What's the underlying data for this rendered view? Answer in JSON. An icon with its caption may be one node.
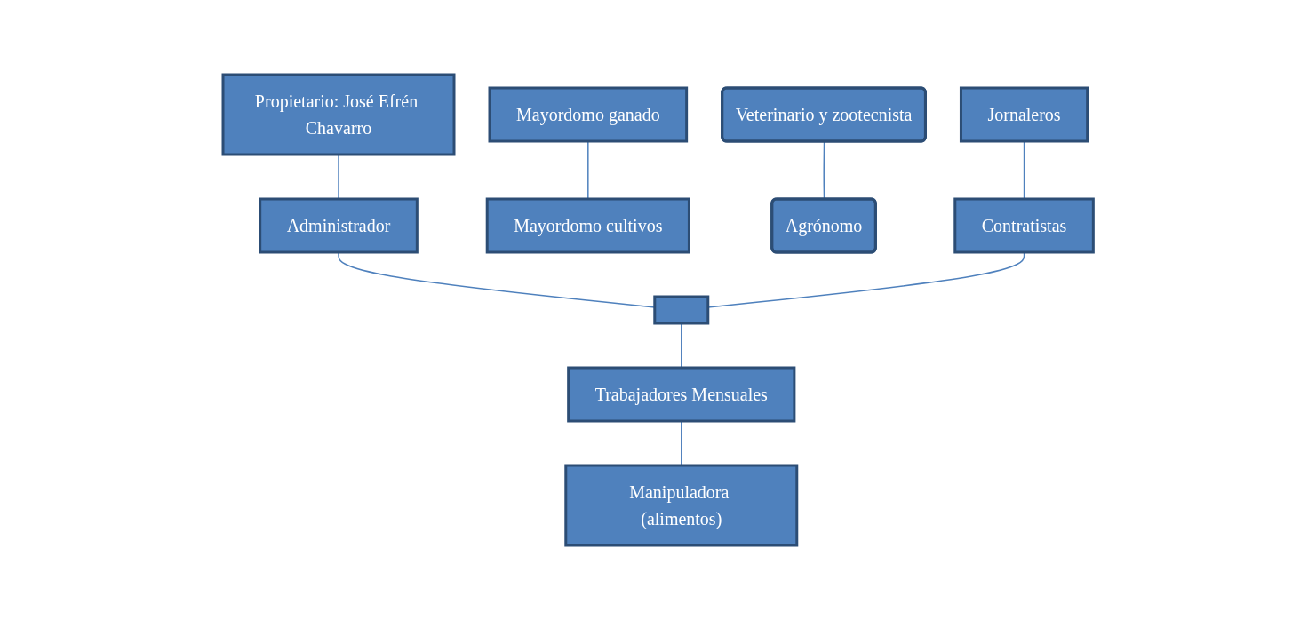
{
  "diagram": {
    "nodes": [
      {
        "text": [
          "Propietario: José Efrén Chavarro"
        ]
      },
      {
        "text": [
          "Administrador"
        ]
      },
      {
        "text": [
          "Mayordomo ganado"
        ]
      },
      {
        "text": [
          "Mayordomo cultivos"
        ]
      },
      {
        "text": [
          "Veterinario y zootecnista"
        ]
      },
      {
        "text": [
          "Agrónomo"
        ]
      },
      {
        "text": [
          "Jornaleros"
        ]
      },
      {
        "text": [
          "Contratistas"
        ]
      },
      {
        "text": [],
        "shape": "box"
      },
      {
        "text": [
          "Trabajadores Mensuales"
        ]
      },
      {
        "text": [
          "Manipuladora (alimentos)"
        ]
      }
    ],
    "edges": [
      {
        "from": 0,
        "to": 1,
        "arrow": "none"
      },
      {
        "from": 1,
        "to": 8,
        "arrow": "none"
      },
      {
        "from": 2,
        "to": 3,
        "arrow": "none"
      },
      {
        "from": 4,
        "to": 5,
        "arrow": "none"
      },
      {
        "from": 6,
        "to": 7,
        "arrow": "none"
      },
      {
        "from": 7,
        "to": 8,
        "arrow": "none"
      },
      {
        "from": 8,
        "to": 9,
        "arrow": "none"
      },
      {
        "from": 9,
        "to": 10,
        "arrow": "none"
      }
    ]
  }
}
